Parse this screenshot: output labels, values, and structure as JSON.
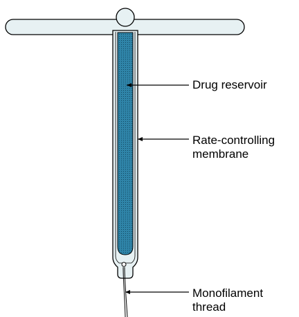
{
  "labels": {
    "drug_reservoir": "Drug reservoir",
    "membrane_line1": "Rate-controlling",
    "membrane_line2": "membrane",
    "thread_line1": "Monofilament",
    "thread_line2": "thread"
  },
  "colors": {
    "device_fill": "#e7f1f3",
    "reservoir_fill": "#2f84a8",
    "reservoir_dot": "#0d3b52",
    "outline": "#000000"
  }
}
